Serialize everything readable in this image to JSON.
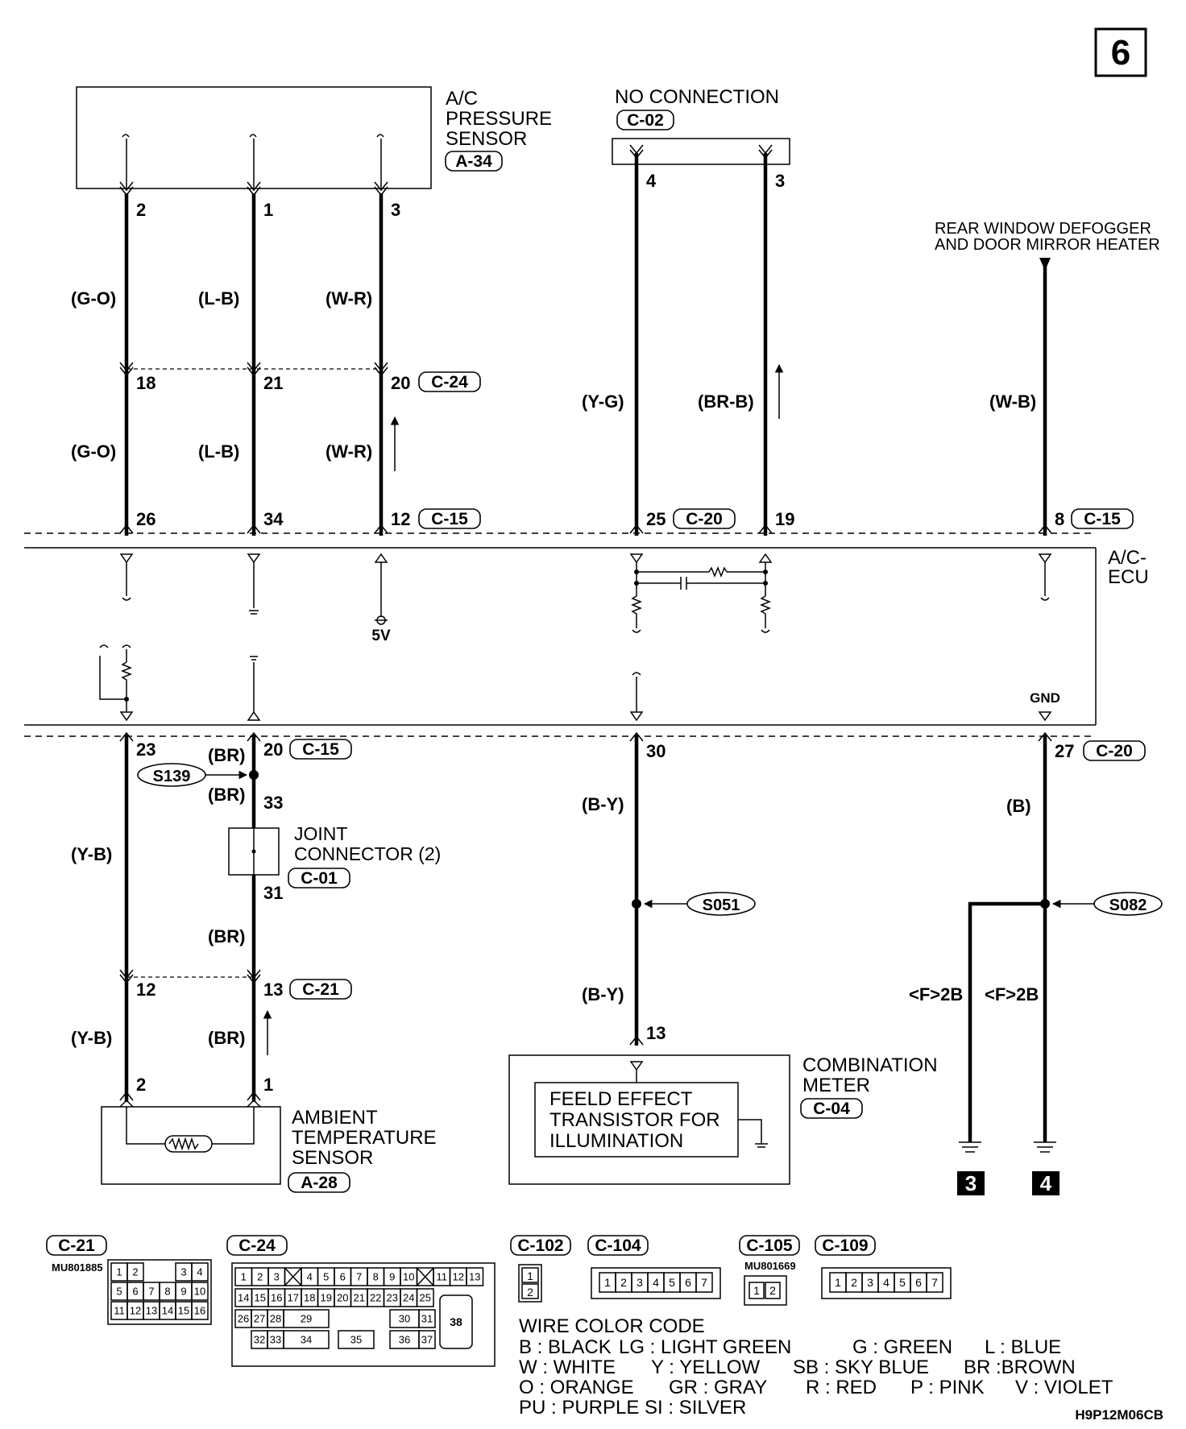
{
  "page_number": "6",
  "code": "H9P12M06CB",
  "components": {
    "ac_pressure_sensor": {
      "lines": [
        "A/C",
        "PRESSURE",
        "SENSOR"
      ],
      "connector": "A-34"
    },
    "no_connection": {
      "label": "NO CONNECTION",
      "connector": "C-02"
    },
    "rear_defogger": {
      "lines": [
        "REAR WINDOW DEFOGGER",
        "AND DOOR MIRROR HEATER"
      ]
    },
    "ac_ecu": {
      "lines": [
        "A/C-",
        "ECU"
      ],
      "gnd": "GND",
      "v5": "5V"
    },
    "joint_connector": {
      "lines": [
        "JOINT",
        "CONNECTOR (2)"
      ],
      "connector": "C-01"
    },
    "ambient_sensor": {
      "lines": [
        "AMBIENT",
        "TEMPERATURE",
        "SENSOR"
      ],
      "connector": "A-28"
    },
    "combination_meter": {
      "lines": [
        "COMBINATION",
        "METER"
      ],
      "connector": "C-04"
    },
    "fet": {
      "lines": [
        "FEELD EFFECT",
        "TRANSISTOR FOR",
        "ILLUMINATION"
      ]
    }
  },
  "connectors": {
    "c24": "C-24",
    "c15": "C-15",
    "c20": "C-20",
    "c21": "C-21"
  },
  "splices": {
    "s139": "S139",
    "s051": "S051",
    "s082": "S082"
  },
  "pins": {
    "a34_2": "2",
    "a34_1": "1",
    "a34_3": "3",
    "c02_4": "4",
    "c02_3": "3",
    "c24_18": "18",
    "c24_21": "21",
    "c24_20": "20",
    "c15_26": "26",
    "c15_34": "34",
    "c15_12": "12",
    "c20_25": "25",
    "c20_19": "19",
    "c15_8": "8",
    "c15_23": "23",
    "c15_20": "20",
    "c20_30": "30",
    "c20_27": "27",
    "j33": "33",
    "j31": "31",
    "c21_12": "12",
    "c21_13": "13",
    "a28_2": "2",
    "a28_1": "1",
    "c04_13": "13"
  },
  "wires": {
    "go": "(G-O)",
    "lb": "(L-B)",
    "wr": "(W-R)",
    "yg": "(Y-G)",
    "brb": "(BR-B)",
    "wb": "(W-B)",
    "br": "(BR)",
    "yb": "(Y-B)",
    "by": "(B-Y)",
    "b": "(B)",
    "f2b": "<F>2B"
  },
  "grounds": {
    "g3": "3",
    "g4": "4"
  },
  "connector_views": {
    "c21": {
      "label": "C-21",
      "part": "MU801885",
      "rows": [
        [
          "1",
          "2",
          "",
          "",
          "3",
          "4"
        ],
        [
          "5",
          "6",
          "7",
          "8",
          "9",
          "10"
        ],
        [
          "11",
          "12",
          "13",
          "14",
          "15",
          "16"
        ]
      ]
    },
    "c24": {
      "label": "C-24",
      "row1": [
        "1",
        "2",
        "3",
        "X",
        "4",
        "5",
        "6",
        "7",
        "8",
        "9",
        "10",
        "X",
        "11",
        "12",
        "13"
      ],
      "row2": [
        "14",
        "15",
        "16",
        "17",
        "18",
        "19",
        "20",
        "21",
        "22",
        "23",
        "24",
        "25"
      ],
      "row3": [
        "26",
        "27",
        "28",
        "29",
        "30",
        "31"
      ],
      "row4": [
        "32",
        "33",
        "34",
        "35",
        "36",
        "37"
      ],
      "big": "38"
    },
    "c102": {
      "label": "C-102",
      "pins": [
        "1",
        "2"
      ]
    },
    "c104": {
      "label": "C-104",
      "pins": [
        "1",
        "2",
        "3",
        "4",
        "5",
        "6",
        "7"
      ]
    },
    "c105": {
      "label": "C-105",
      "part": "MU801669",
      "pins": [
        "1",
        "2"
      ]
    },
    "c109": {
      "label": "C-109",
      "pins": [
        "1",
        "2",
        "3",
        "4",
        "5",
        "6",
        "7"
      ]
    }
  },
  "wire_color_code": {
    "title": "WIRE COLOR CODE",
    "rows": [
      [
        "B : BLACK",
        "LG : LIGHT GREEN",
        "G : GREEN",
        "L : BLUE"
      ],
      [
        "W : WHITE",
        "Y : YELLOW",
        "SB : SKY BLUE",
        "BR :BROWN"
      ],
      [
        "O : ORANGE",
        "GR : GRAY",
        "R : RED",
        "P : PINK",
        "V : VIOLET"
      ],
      [
        "PU : PURPLE",
        "SI : SILVER"
      ]
    ]
  }
}
